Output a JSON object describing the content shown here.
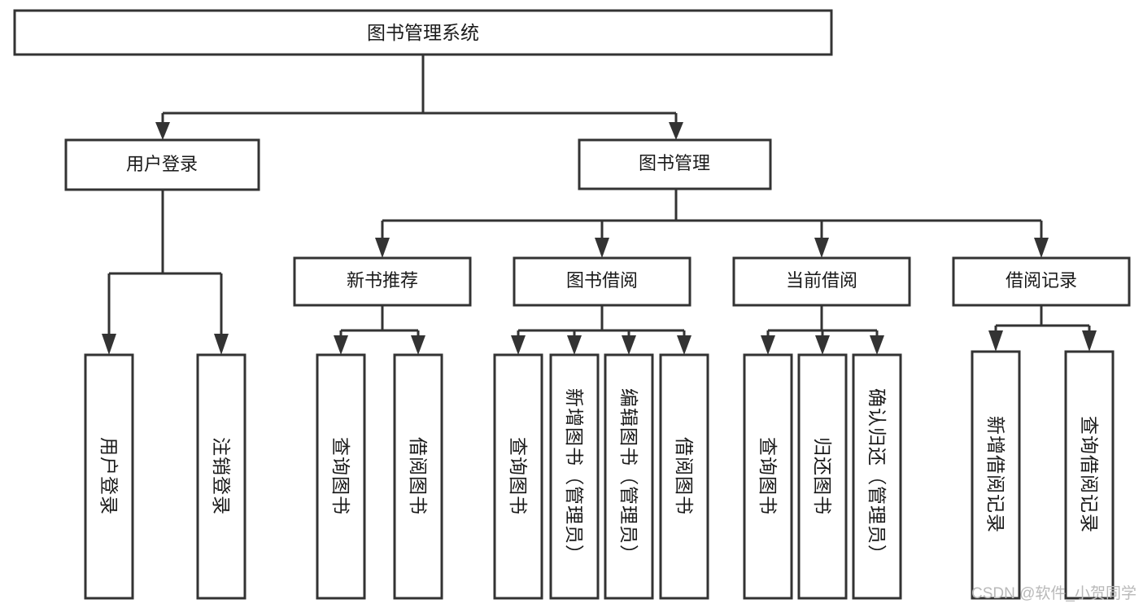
{
  "diagram": {
    "type": "tree-hierarchy-chart",
    "title": "图书管理系统",
    "watermark": "CSDN @软件_小贺同学",
    "colors": {
      "background": "#ffffff",
      "box_fill": "#ffffff",
      "box_stroke": "#333333",
      "text": "#1a1a1a",
      "watermark": "#b9b9b9"
    },
    "root": {
      "label": "图书管理系统"
    },
    "level1": [
      {
        "label": "用户登录"
      },
      {
        "label": "图书管理"
      }
    ],
    "level2": [
      {
        "label": "新书推荐"
      },
      {
        "label": "图书借阅"
      },
      {
        "label": "当前借阅"
      },
      {
        "label": "借阅记录"
      }
    ],
    "leaves": {
      "user_login": [
        {
          "label": "用户登录"
        },
        {
          "label": "注销登录"
        }
      ],
      "new_book_recommend": [
        {
          "label": "查询图书"
        },
        {
          "label": "借阅图书"
        }
      ],
      "book_borrow": [
        {
          "label": "查询图书"
        },
        {
          "label": "新增图书（管理员）"
        },
        {
          "label": "编辑图书（管理员）"
        },
        {
          "label": "借阅图书"
        }
      ],
      "current_borrow": [
        {
          "label": "查询图书"
        },
        {
          "label": "归还图书"
        },
        {
          "label": "确认归还（管理员）"
        }
      ],
      "borrow_record": [
        {
          "label": "新增借阅记录"
        },
        {
          "label": "查询借阅记录"
        }
      ]
    }
  }
}
